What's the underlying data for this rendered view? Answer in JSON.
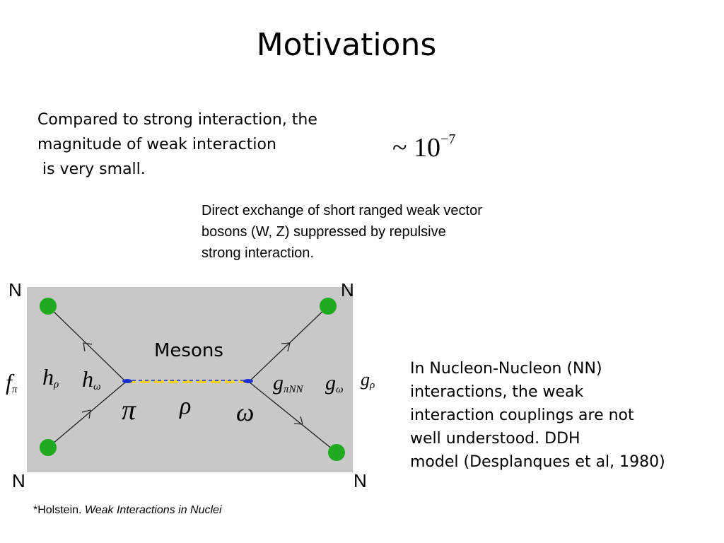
{
  "slide": {
    "title": "Motivations",
    "intro_lines": [
      "Compared to strong interaction, the",
      "magnitude of weak interaction",
      " is very small."
    ],
    "magnitude": {
      "prefix": "~ 10",
      "exponent": "−7"
    },
    "direct_exchange_lines": [
      "Direct exchange of short ranged weak vector",
      "bosons (W, Z) suppressed by repulsive",
      "strong interaction."
    ],
    "nn_lines": [
      "In Nucleon-Nucleon (NN)",
      "interactions, the weak",
      "interaction couplings are not",
      "well understood. DDH",
      "model (Desplanques et al, 1980)"
    ],
    "footnote": {
      "author": "*Holstein. ",
      "work": "Weak Interactions in Nuclei"
    }
  },
  "diagram": {
    "nucleon_label": "N",
    "mesons_label": "Mesons",
    "meson_symbols": {
      "pi": "π",
      "rho": "ρ",
      "omega": "ω"
    },
    "weak_couplings": [
      {
        "base": "f",
        "sub": "π"
      },
      {
        "base": "h",
        "sub": "ρ"
      },
      {
        "base": "h",
        "sub": "ω"
      }
    ],
    "strong_couplings": [
      {
        "base": "g",
        "sub": "πNN"
      },
      {
        "base": "g",
        "sub": "ω"
      },
      {
        "base": "g",
        "sub": "ρ"
      }
    ],
    "colors": {
      "background": "#c8c8c8",
      "nucleon": "#1faa1f",
      "meson_line_blue": "#1a2fd6",
      "meson_line_yellow": "#f0d020",
      "line": "#222222"
    }
  }
}
